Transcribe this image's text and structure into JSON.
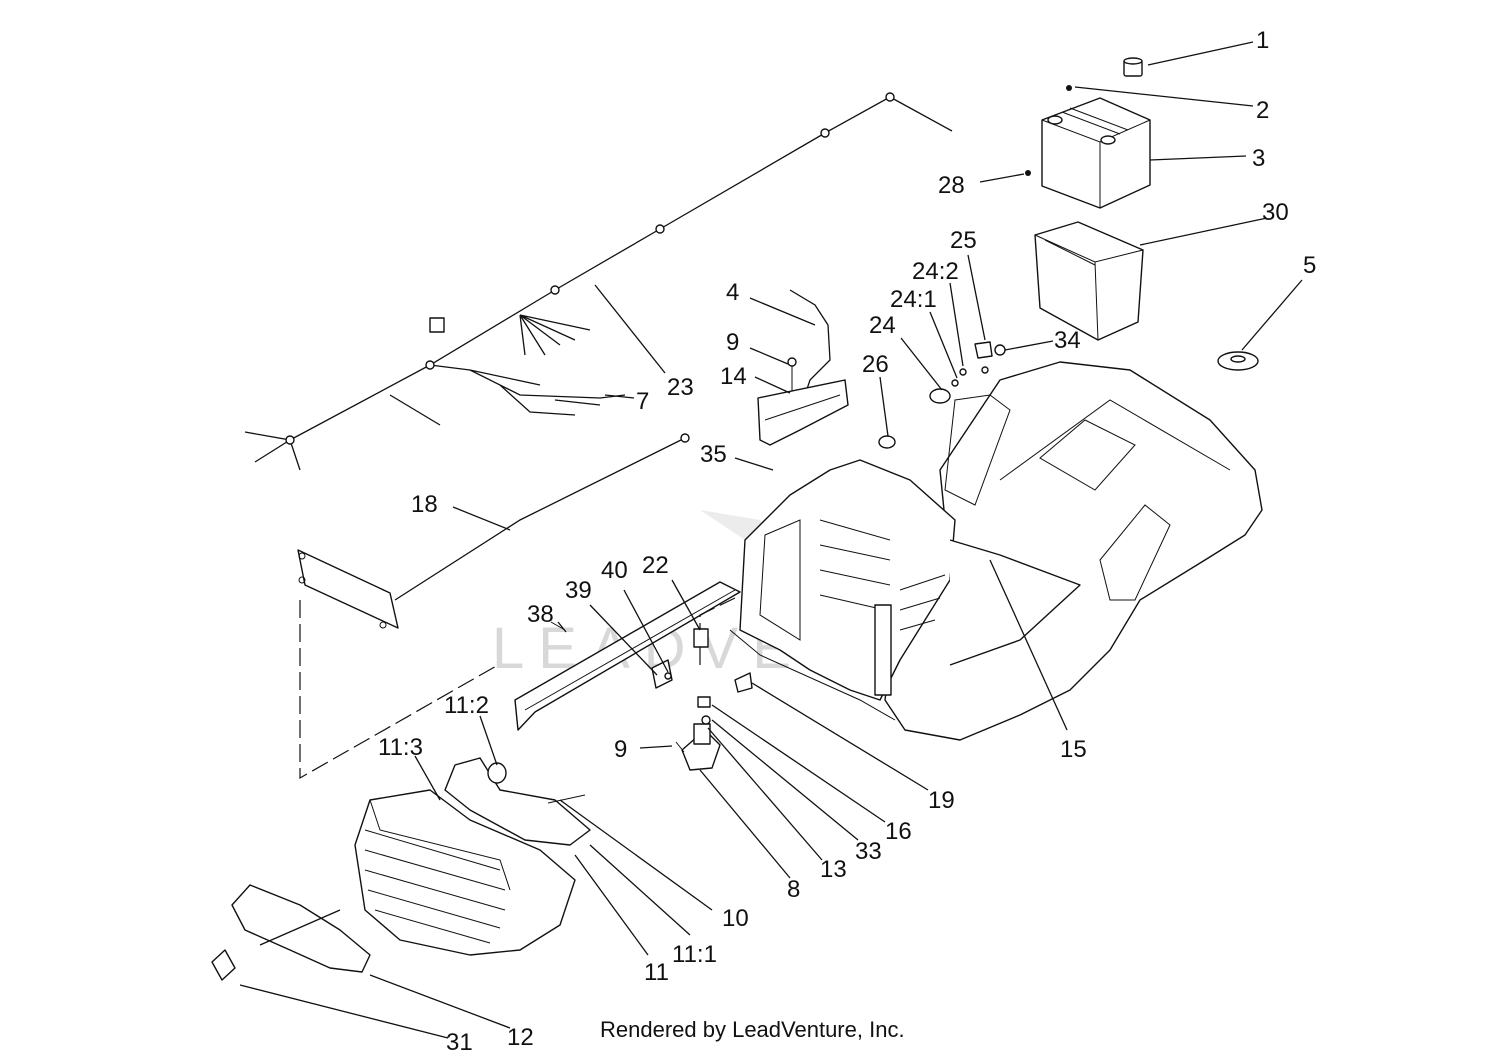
{
  "footer": {
    "credit": "Rendered by LeadVenture, Inc."
  },
  "watermark": {
    "text": "LEADVENTURE"
  },
  "callouts": [
    {
      "id": "c1",
      "text": "1"
    },
    {
      "id": "c2",
      "text": "2"
    },
    {
      "id": "c3",
      "text": "3"
    },
    {
      "id": "c28",
      "text": "28"
    },
    {
      "id": "c30",
      "text": "30"
    },
    {
      "id": "c5",
      "text": "5"
    },
    {
      "id": "c25",
      "text": "25"
    },
    {
      "id": "c24-2",
      "text": "24:2"
    },
    {
      "id": "c24-1",
      "text": "24:1"
    },
    {
      "id": "c24",
      "text": "24"
    },
    {
      "id": "c34",
      "text": "34"
    },
    {
      "id": "c26",
      "text": "26"
    },
    {
      "id": "c4",
      "text": "4"
    },
    {
      "id": "c9a",
      "text": "9"
    },
    {
      "id": "c14",
      "text": "14"
    },
    {
      "id": "c35",
      "text": "35"
    },
    {
      "id": "c7",
      "text": "7"
    },
    {
      "id": "c23",
      "text": "23"
    },
    {
      "id": "c18",
      "text": "18"
    },
    {
      "id": "c15",
      "text": "15"
    },
    {
      "id": "c22",
      "text": "22"
    },
    {
      "id": "c40",
      "text": "40"
    },
    {
      "id": "c39",
      "text": "39"
    },
    {
      "id": "c38",
      "text": "38"
    },
    {
      "id": "c11-2",
      "text": "11:2"
    },
    {
      "id": "c11-3",
      "text": "11:3"
    },
    {
      "id": "c9b",
      "text": "9"
    },
    {
      "id": "c19",
      "text": "19"
    },
    {
      "id": "c16",
      "text": "16"
    },
    {
      "id": "c33",
      "text": "33"
    },
    {
      "id": "c13",
      "text": "13"
    },
    {
      "id": "c8",
      "text": "8"
    },
    {
      "id": "c10",
      "text": "10"
    },
    {
      "id": "c11-1",
      "text": "11:1"
    },
    {
      "id": "c11",
      "text": "11"
    },
    {
      "id": "c12",
      "text": "12"
    },
    {
      "id": "c31",
      "text": "31"
    }
  ]
}
